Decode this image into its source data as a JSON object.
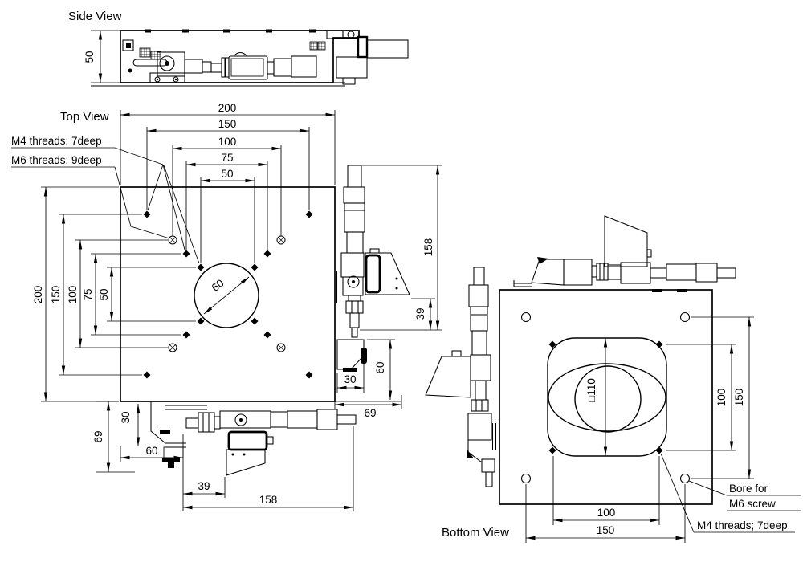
{
  "views": {
    "side": {
      "label": "Side View",
      "dims": {
        "height": "50"
      }
    },
    "top": {
      "label": "Top View",
      "notes": {
        "m4": "M4 threads; 7deep",
        "m6": "M6 threads; 9deep"
      },
      "dims_top": [
        "200",
        "150",
        "100",
        "75",
        "50"
      ],
      "dims_left": [
        "200",
        "150",
        "100",
        "75",
        "50"
      ],
      "dim_circle": "60",
      "dims_right": {
        "d158": "158",
        "d39": "39",
        "d60": "60",
        "d30": "30",
        "d69": "69"
      },
      "dims_bottom": {
        "d69": "69",
        "d30": "30",
        "d60": "60",
        "d39": "39",
        "d158": "158"
      }
    },
    "bottom": {
      "label": "Bottom View",
      "dim_center": "□110",
      "dims_right": {
        "d100": "100",
        "d150": "150"
      },
      "dims_bottom": {
        "d100": "100",
        "d150": "150"
      },
      "notes": {
        "bore_line1": "Bore for",
        "bore_line2": "M6 screw",
        "m4": "M4 threads; 7deep"
      }
    }
  }
}
